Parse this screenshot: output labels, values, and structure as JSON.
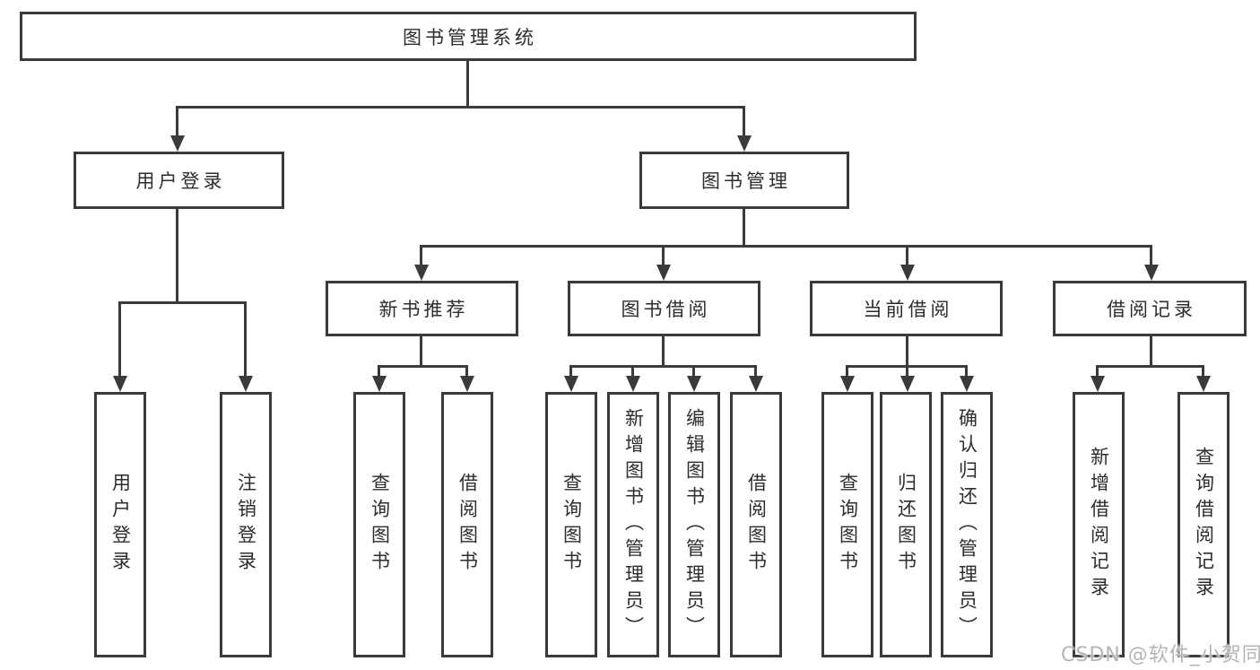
{
  "diagram": {
    "root": {
      "label": "图书管理系统"
    },
    "level2": [
      {
        "label": "用户登录"
      },
      {
        "label": "图书管理"
      }
    ],
    "level3": [
      {
        "label": "新书推荐"
      },
      {
        "label": "图书借阅"
      },
      {
        "label": "当前借阅"
      },
      {
        "label": "借阅记录"
      }
    ],
    "leaves": [
      {
        "label": "用户登录"
      },
      {
        "label": "注销登录"
      },
      {
        "label": "查询图书"
      },
      {
        "label": "借阅图书"
      },
      {
        "label": "查询图书"
      },
      {
        "label": "新增图书（管理员）"
      },
      {
        "label": "编辑图书（管理员）"
      },
      {
        "label": "借阅图书"
      },
      {
        "label": "查询图书"
      },
      {
        "label": "归还图书"
      },
      {
        "label": "确认归还（管理员）"
      },
      {
        "label": "新增借阅记录"
      },
      {
        "label": "查询借阅记录"
      }
    ],
    "watermark": "CSDN @软件_小贺同学",
    "colors": {
      "line": "#3a3a3a",
      "text": "#2d2d2d",
      "watermark": "#b5b5b5",
      "background": "#ffffff"
    }
  }
}
